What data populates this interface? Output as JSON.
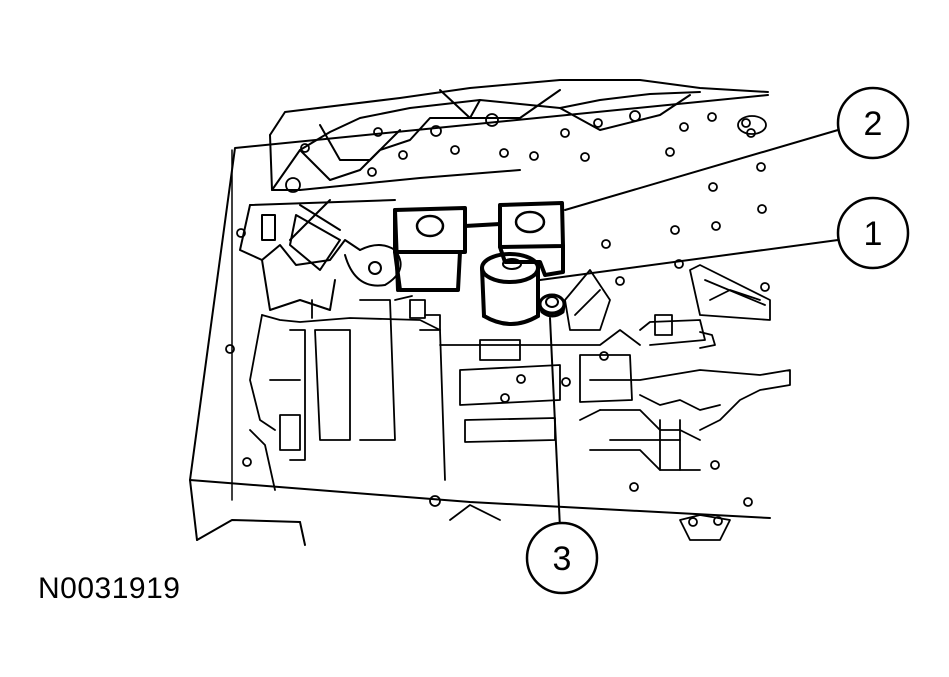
{
  "figure": {
    "id": "N0031919",
    "callouts": [
      {
        "number": "1"
      },
      {
        "number": "2"
      },
      {
        "number": "3"
      }
    ]
  },
  "colors": {
    "ink": "#000000",
    "paper": "#ffffff"
  }
}
